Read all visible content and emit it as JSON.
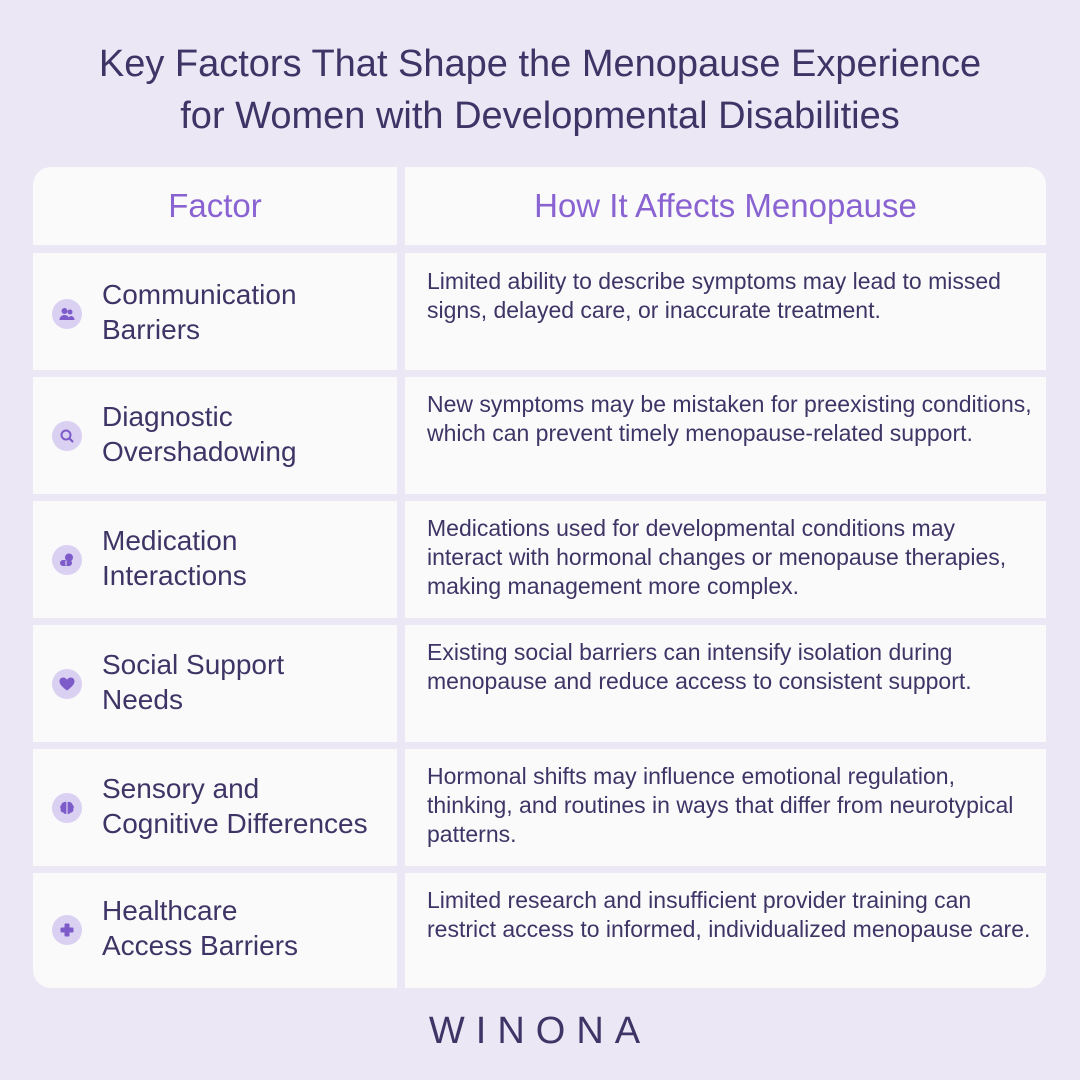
{
  "title_line1": "Key Factors That Shape the Menopause Experience",
  "title_line2": "for Women with Developmental Disabilities",
  "table": {
    "header_factor": "Factor",
    "header_effect": "How It Affects Menopause",
    "rows": [
      {
        "icon": "people-icon",
        "factor": "Communication\nBarriers",
        "effect": "Limited ability to describe symptoms may lead to missed signs, delayed care, or inaccurate treatment."
      },
      {
        "icon": "magnifier-icon",
        "factor": "Diagnostic\nOvershadowing",
        "effect": "New symptoms may be mistaken for preexisting conditions, which can prevent timely menopause-related support."
      },
      {
        "icon": "pills-icon",
        "factor": "Medication\nInteractions",
        "effect": "Medications used for developmental conditions may interact with hormonal changes or menopause therapies, making management more complex."
      },
      {
        "icon": "heart-icon",
        "factor": "Social Support\nNeeds",
        "effect": "Existing social barriers can intensify isolation during menopause and reduce access to consistent support."
      },
      {
        "icon": "brain-icon",
        "factor": "Sensory and\nCognitive Differences",
        "effect": "Hormonal shifts may influence emotional regulation, thinking, and routines in ways that differ from neurotypical patterns."
      },
      {
        "icon": "medical-cross-icon",
        "factor": "Healthcare\nAccess Barriers",
        "effect": "Limited research and insufficient provider training can restrict access to informed, individualized menopause care."
      }
    ]
  },
  "brand": "WINONA",
  "colors": {
    "background": "#ebe7f5",
    "text": "#3f3466",
    "accent": "#8a63d2",
    "icon_bg": "#d9d0f2",
    "cell": "#fafafa"
  }
}
